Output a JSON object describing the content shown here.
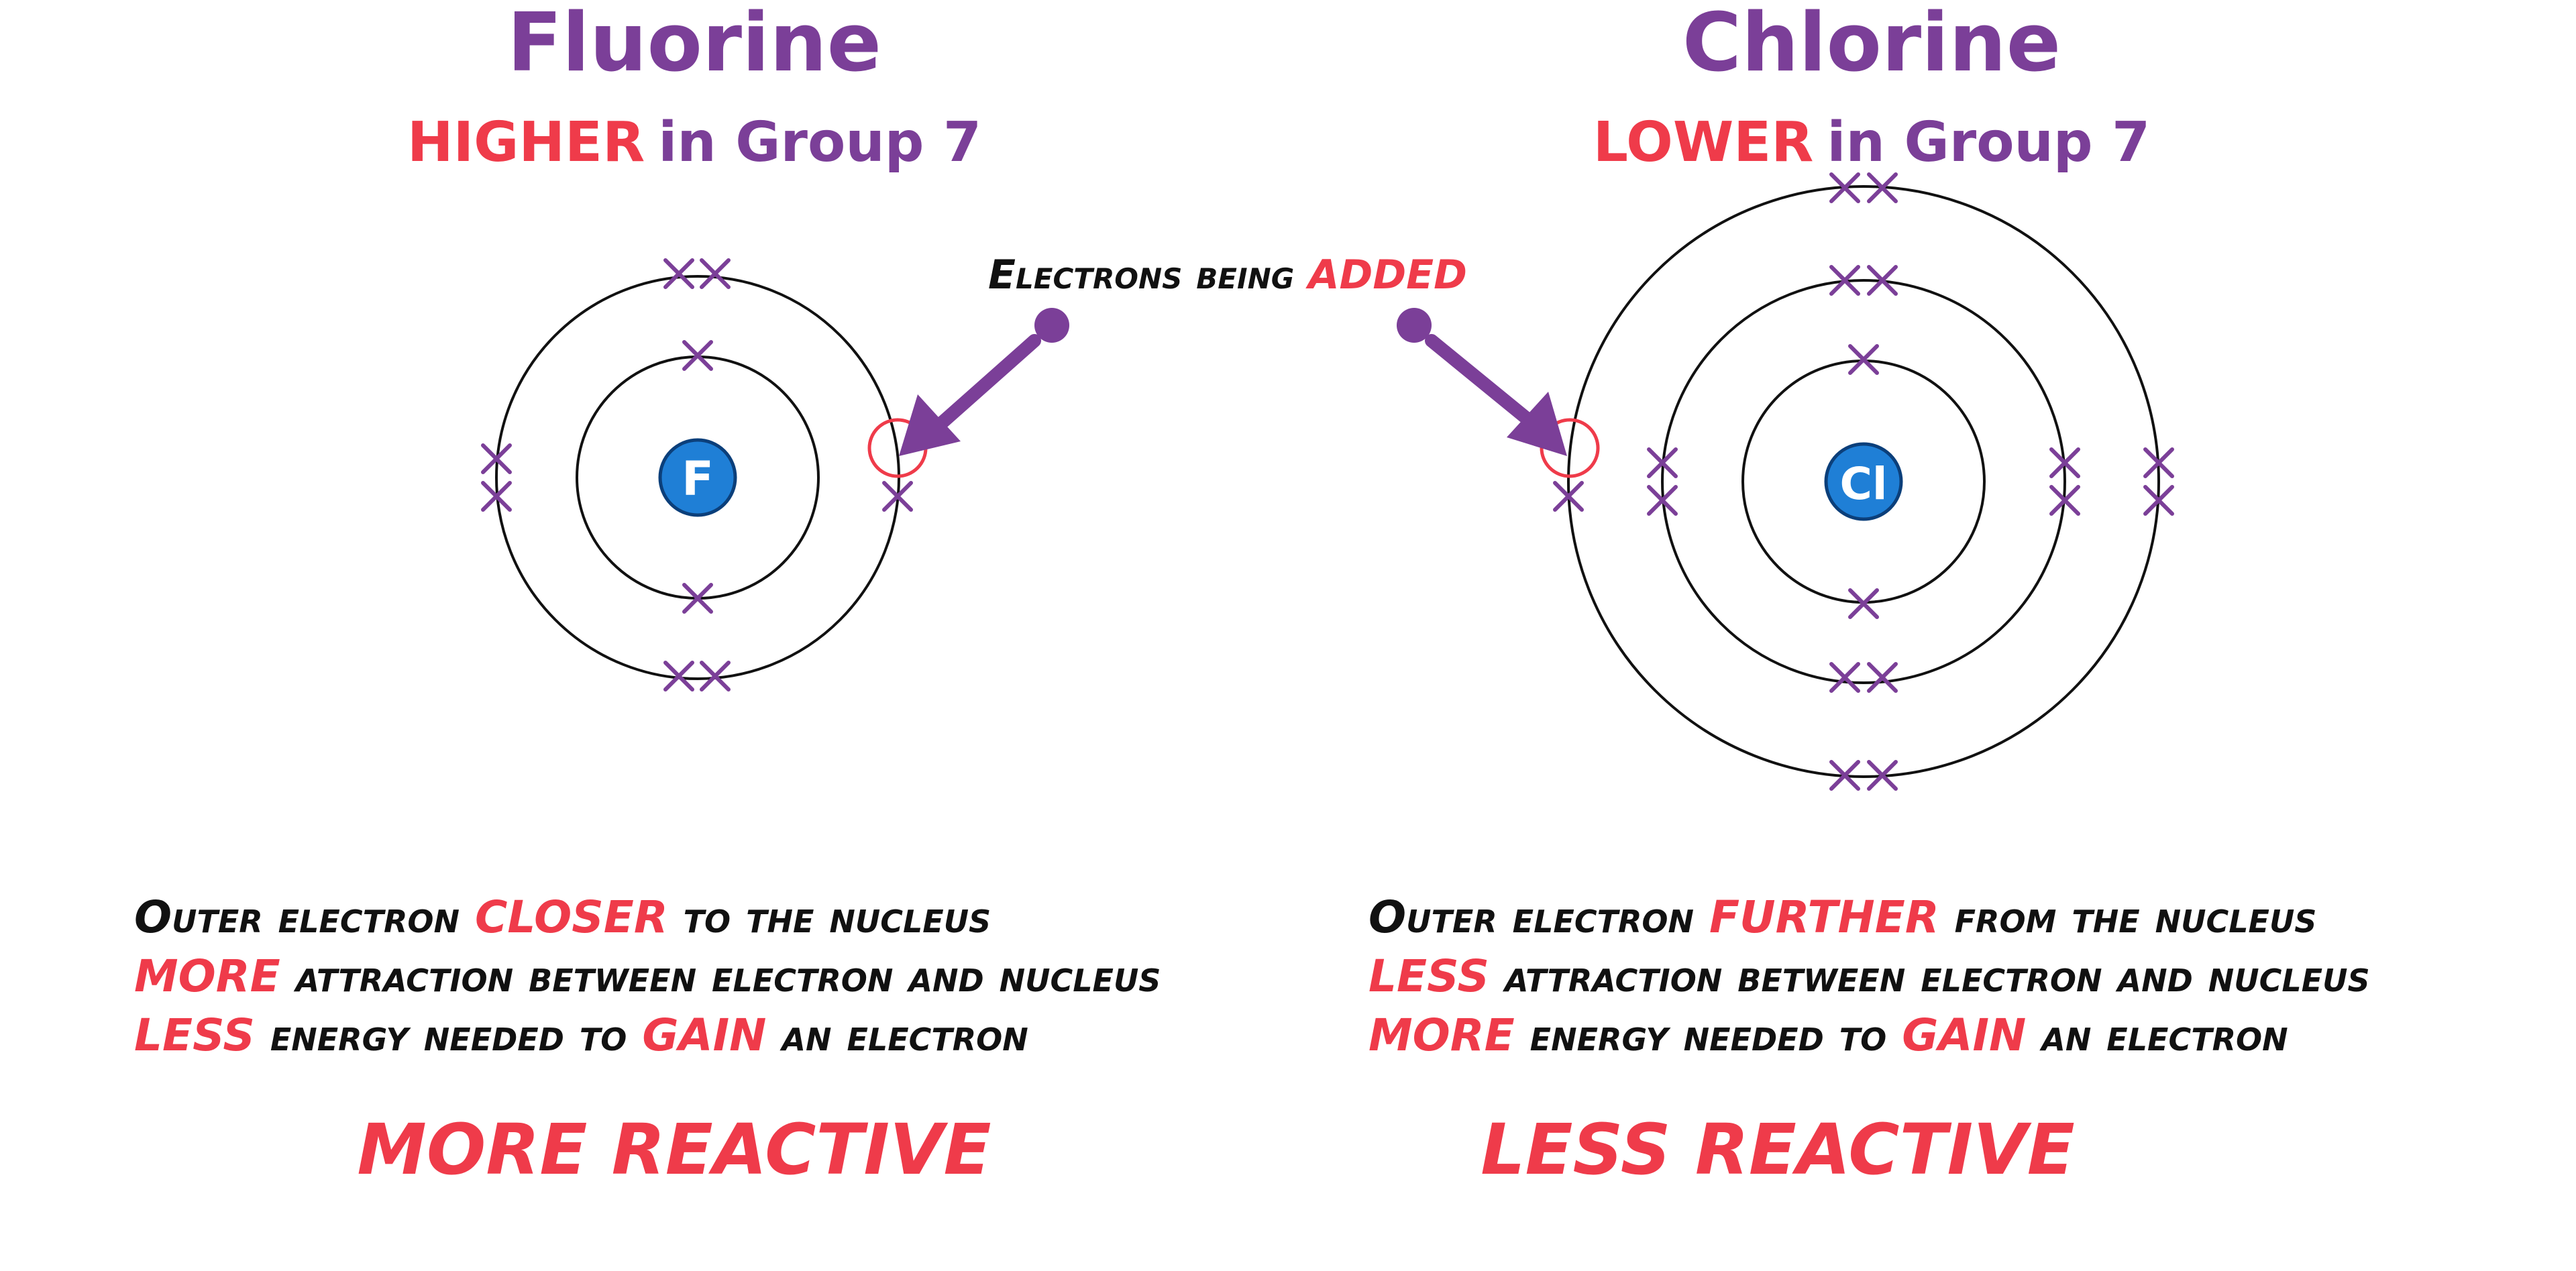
{
  "fluorine": {
    "name": "Fluorine",
    "position_word": "HIGHER",
    "position_rest": "in Group 7",
    "symbol": "F",
    "line1": {
      "a": "Outer electron ",
      "b": "CLOSER",
      "c": " to the nucleus"
    },
    "line2": {
      "a": "MORE",
      "b": " attraction between electron and nucleus"
    },
    "line3": {
      "a": "LESS",
      "b": " energy needed to ",
      "c": "GAIN",
      "d": " an electron"
    },
    "verdict": "MORE REACTIVE"
  },
  "chlorine": {
    "name": "Chlorine",
    "position_word": "LOWER",
    "position_rest": "in Group 7",
    "symbol": "Cl",
    "line1": {
      "a": "Outer electron ",
      "b": "FURTHER",
      "c": " from the nucleus"
    },
    "line2": {
      "a": "LESS",
      "b": " attraction between electron and nucleus"
    },
    "line3": {
      "a": "MORE",
      "b": " energy needed to ",
      "c": "GAIN",
      "d": " an electron"
    },
    "verdict": "LESS REACTIVE"
  },
  "center_label": {
    "a": "Electrons being ",
    "b": "ADDED"
  },
  "colors": {
    "purple": "#7b3f98",
    "red": "#ef3b4a",
    "nucleus": "#1f7fd6",
    "black": "#111111"
  }
}
